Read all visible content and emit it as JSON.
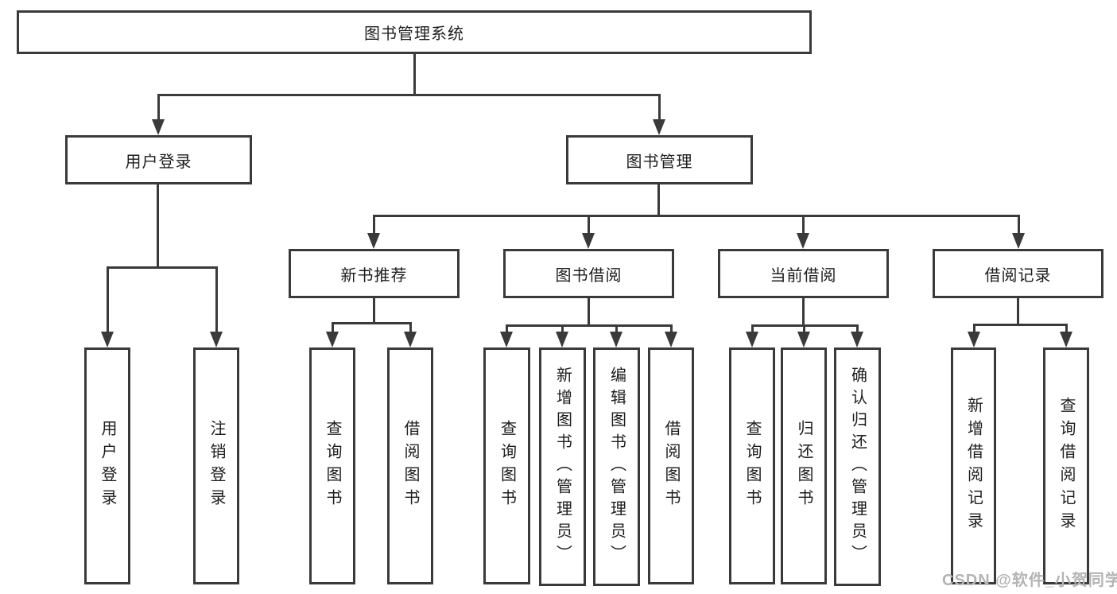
{
  "diagram": {
    "title": "图书管理系统",
    "watermark": "CSDN @软件_小贺同学",
    "colors": {
      "border": "#3a3a3a",
      "line": "#3a3a3a",
      "text": "#1d1d1d",
      "watermark": "#b4b4b4",
      "background": "#ffffff"
    },
    "nodes": {
      "root": {
        "label": "图书管理系统"
      },
      "user_login": {
        "label": "用户登录"
      },
      "book_management": {
        "label": "图书管理"
      },
      "new_book_recommend": {
        "label": "新书推荐"
      },
      "book_borrow": {
        "label": "图书借阅"
      },
      "current_borrow": {
        "label": "当前借阅"
      },
      "borrow_records": {
        "label": "借阅记录"
      },
      "leaf_user_login": {
        "label": "用户登录"
      },
      "leaf_logout": {
        "label": "注销登录"
      },
      "leaf_query_books_1": {
        "label": "查询图书"
      },
      "leaf_borrow_books_1": {
        "label": "借阅图书"
      },
      "leaf_query_books_2": {
        "label": "查询图书"
      },
      "leaf_add_books_admin": {
        "label": "新增图书（管理员）"
      },
      "leaf_edit_books_admin": {
        "label": "编辑图书（管理员）"
      },
      "leaf_borrow_books_2": {
        "label": "借阅图书"
      },
      "leaf_query_books_3": {
        "label": "查询图书"
      },
      "leaf_return_books": {
        "label": "归还图书"
      },
      "leaf_confirm_return_admin": {
        "label": "确认归还（管理员）"
      },
      "leaf_add_borrow_record": {
        "label": "新增借阅记录"
      },
      "leaf_query_borrow_record": {
        "label": "查询借阅记录"
      }
    },
    "hierarchy": {
      "图书管理系统": [
        "用户登录",
        "图书管理"
      ],
      "用户登录": [
        "用户登录",
        "注销登录"
      ],
      "图书管理": [
        "新书推荐",
        "图书借阅",
        "当前借阅",
        "借阅记录"
      ],
      "新书推荐": [
        "查询图书",
        "借阅图书"
      ],
      "图书借阅": [
        "查询图书",
        "新增图书（管理员）",
        "编辑图书（管理员）",
        "借阅图书"
      ],
      "当前借阅": [
        "查询图书",
        "归还图书",
        "确认归还（管理员）"
      ],
      "借阅记录": [
        "新增借阅记录",
        "查询借阅记录"
      ]
    }
  }
}
